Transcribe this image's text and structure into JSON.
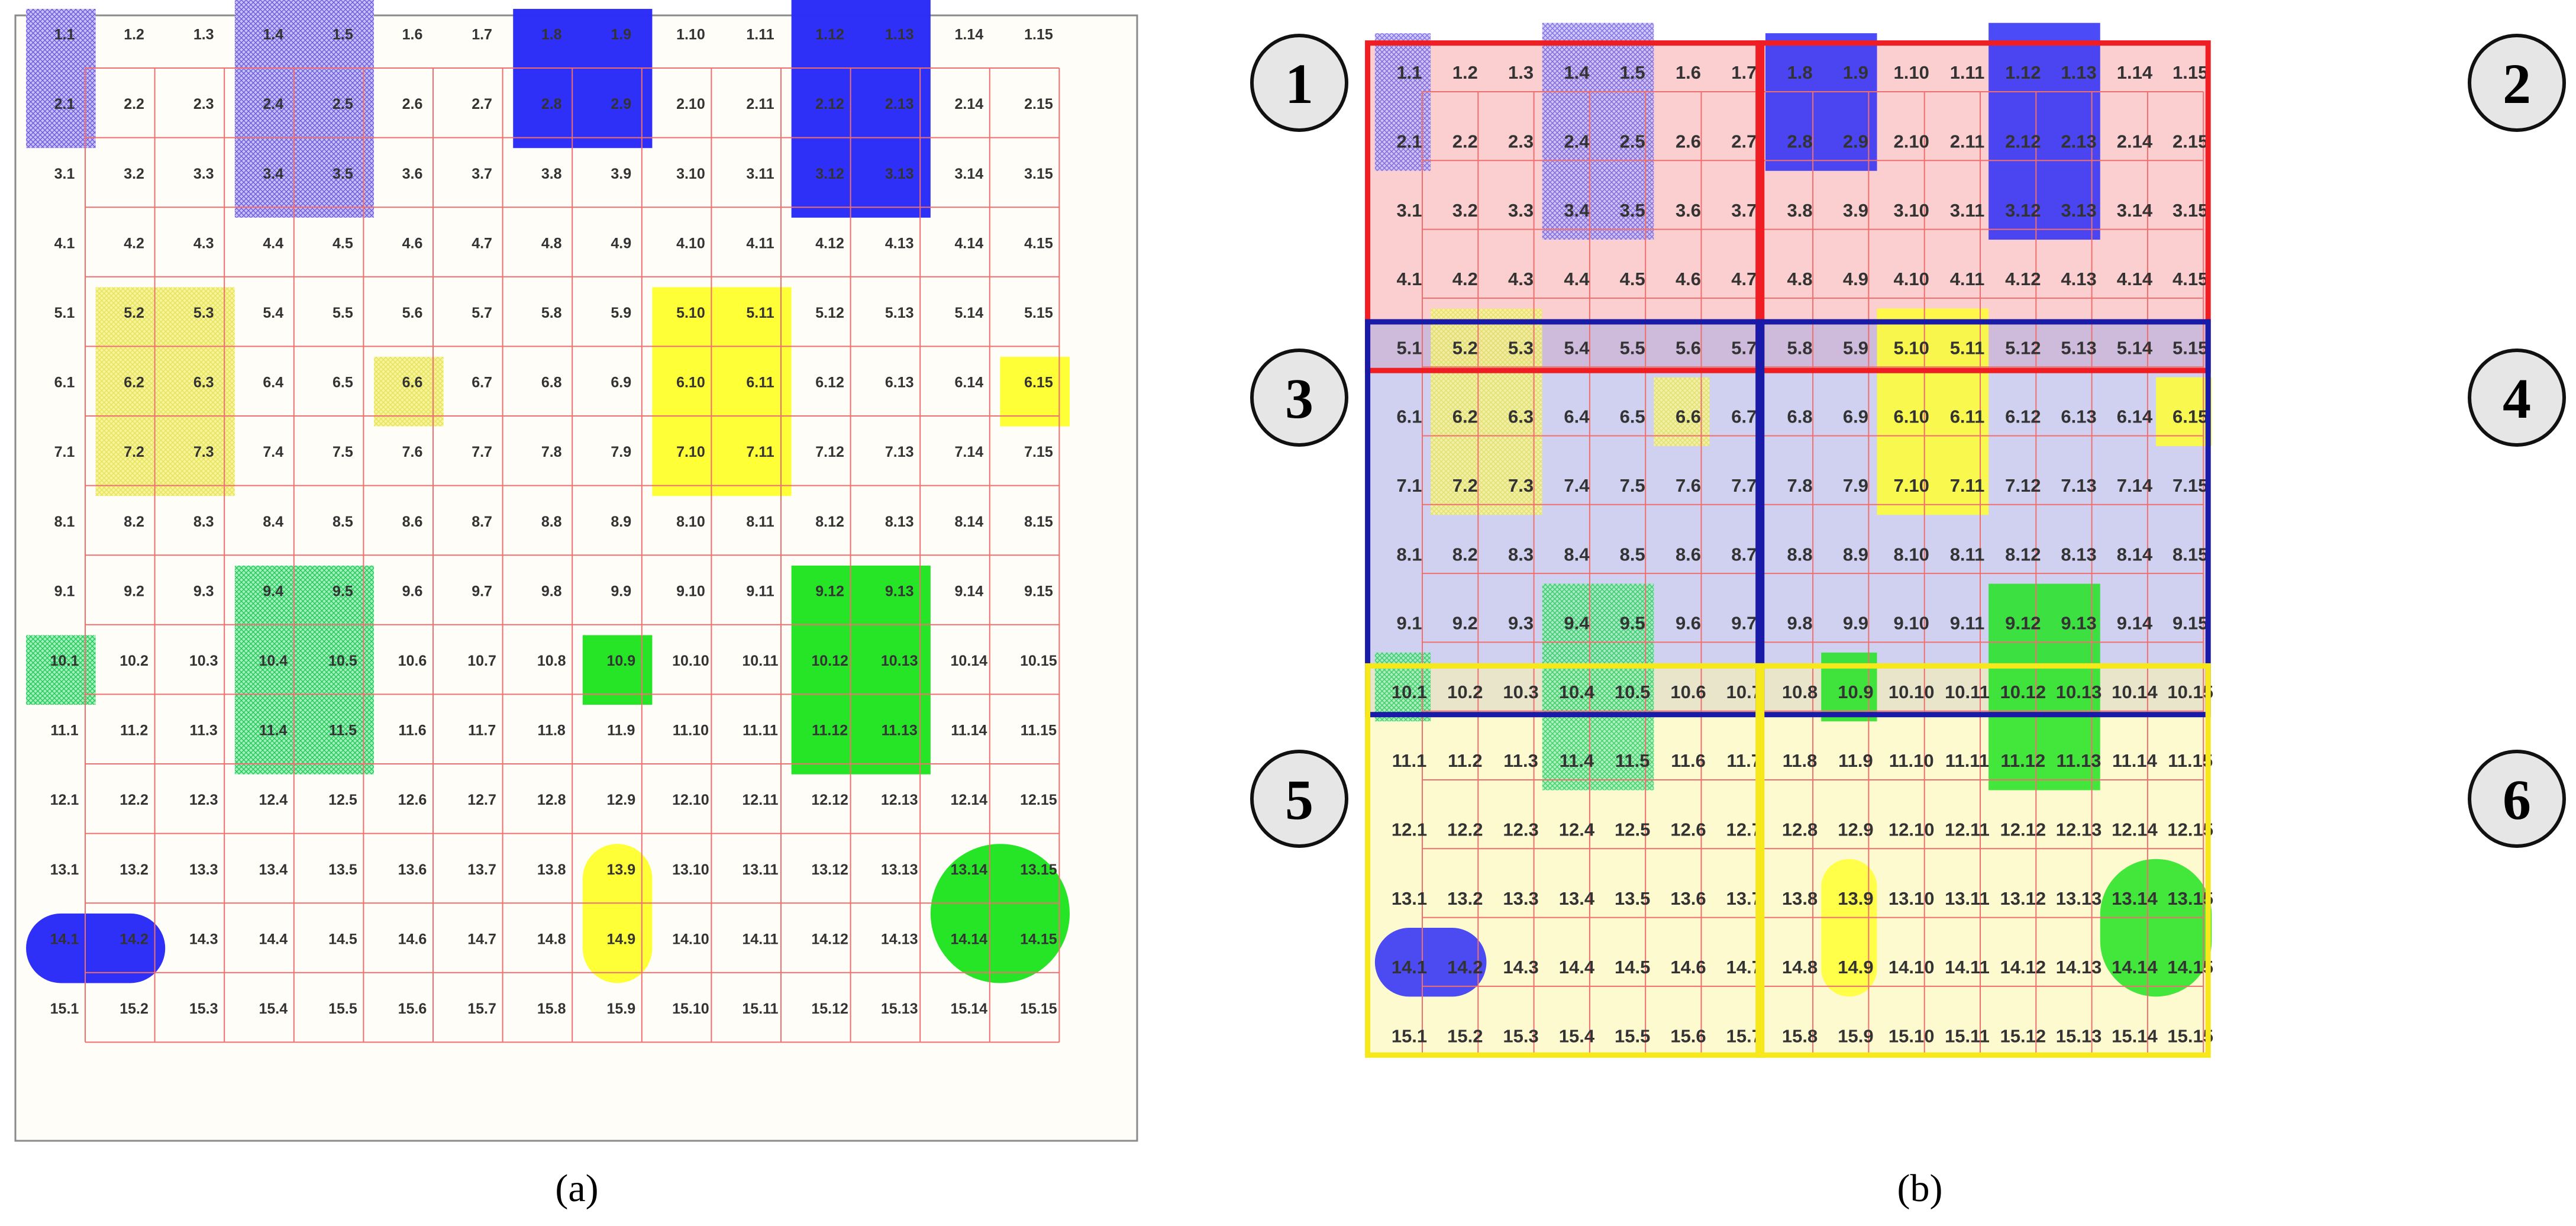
{
  "rows": 15,
  "cols": 15,
  "panel_a": {
    "caption": "(a)"
  },
  "panel_b": {
    "caption": "(b)",
    "region_numbers": [
      "1",
      "2",
      "3",
      "4",
      "5",
      "6"
    ]
  },
  "colors": {
    "grid_line": "#ef6f6f",
    "paper_bg": "#fffdf7",
    "paper_border": "#8a8a8a",
    "blue": "#2b2cf7",
    "purple_hatch": "#8c7de8",
    "yellow": "#ffff33",
    "light_yellow": "#f2f27a",
    "green": "#22e322",
    "light_green": "#44d97a",
    "region_red": "#ef1e24",
    "region_blue": "#1a1aa8",
    "region_yellow": "#f6e81a",
    "region_red_fill": "#f7a8a8",
    "region_blue_fill": "#a9abe6",
    "region_yellow_fill": "#fbf6a9"
  },
  "shapes": [
    {
      "name": "purple-hatch-block-2-1",
      "icon": "hatched-rectangle",
      "color": "purple_hatch",
      "r1": 1,
      "r2": 2,
      "c1": 1,
      "c2": 1
    },
    {
      "name": "purple-hatch-block-1-4",
      "icon": "hatched-rectangle",
      "color": "purple_hatch",
      "r1": 0,
      "r2": 3,
      "c1": 4,
      "c2": 5
    },
    {
      "name": "blue-block-2-9",
      "icon": "solid-rectangle",
      "color": "blue",
      "r1": 1,
      "r2": 2,
      "c1": 8,
      "c2": 9
    },
    {
      "name": "blue-block-1-12",
      "icon": "solid-rectangle",
      "color": "blue",
      "r1": 0,
      "r2": 3,
      "c1": 12,
      "c2": 13
    },
    {
      "name": "light-yellow-block-5-2",
      "icon": "hatched-rectangle",
      "color": "light_yellow",
      "r1": 5,
      "r2": 7,
      "c1": 2,
      "c2": 3
    },
    {
      "name": "light-yellow-block-6-6",
      "icon": "hatched-rectangle",
      "color": "light_yellow",
      "r1": 6,
      "r2": 6,
      "c1": 6,
      "c2": 6
    },
    {
      "name": "yellow-block-5-10",
      "icon": "solid-rectangle",
      "color": "yellow",
      "r1": 5,
      "r2": 7,
      "c1": 10,
      "c2": 11
    },
    {
      "name": "yellow-block-6-15",
      "icon": "solid-rectangle",
      "color": "yellow",
      "r1": 6,
      "r2": 6,
      "c1": 15,
      "c2": 15
    },
    {
      "name": "light-green-block-10-1",
      "icon": "hatched-rectangle",
      "color": "light_green",
      "r1": 10,
      "r2": 10,
      "c1": 1,
      "c2": 1
    },
    {
      "name": "light-green-block-9-4",
      "icon": "hatched-rectangle",
      "color": "light_green",
      "r1": 9,
      "r2": 11,
      "c1": 4,
      "c2": 5
    },
    {
      "name": "green-block-10-9",
      "icon": "solid-rectangle",
      "color": "green",
      "r1": 10,
      "r2": 10,
      "c1": 9,
      "c2": 9
    },
    {
      "name": "green-block-9-12",
      "icon": "solid-rectangle",
      "color": "green",
      "r1": 9,
      "r2": 11,
      "c1": 12,
      "c2": 13
    },
    {
      "name": "blue-capsule-14-1",
      "icon": "horizontal-capsule",
      "color": "blue",
      "r1": 14,
      "r2": 14,
      "c1": 1,
      "c2": 2
    },
    {
      "name": "yellow-capsule-13-9",
      "icon": "vertical-capsule",
      "color": "yellow",
      "r1": 13,
      "r2": 14,
      "c1": 9,
      "c2": 9
    },
    {
      "name": "green-capsule-13-14",
      "icon": "vertical-capsule",
      "color": "green",
      "r1": 13,
      "r2": 14,
      "c1": 14,
      "c2": 15
    }
  ],
  "regions": [
    {
      "name": "region-1",
      "number": "1",
      "color": "region_red",
      "fill": "region_red_fill",
      "r1": 1,
      "r2": 5,
      "c1": 1,
      "c2": 7
    },
    {
      "name": "region-2",
      "number": "2",
      "color": "region_red",
      "fill": "region_red_fill",
      "r1": 1,
      "r2": 5,
      "c1": 8,
      "c2": 15
    },
    {
      "name": "region-3",
      "number": "3",
      "color": "region_blue",
      "fill": "region_blue_fill",
      "r1": 5,
      "r2": 10,
      "c1": 1,
      "c2": 7
    },
    {
      "name": "region-4",
      "number": "4",
      "color": "region_blue",
      "fill": "region_blue_fill",
      "r1": 5,
      "r2": 10,
      "c1": 8,
      "c2": 15
    },
    {
      "name": "region-5",
      "number": "5",
      "color": "region_yellow",
      "fill": "region_yellow_fill",
      "r1": 10,
      "r2": 15,
      "c1": 1,
      "c2": 7
    },
    {
      "name": "region-6",
      "number": "6",
      "color": "region_yellow",
      "fill": "region_yellow_fill",
      "r1": 10,
      "r2": 15,
      "c1": 8,
      "c2": 15
    }
  ]
}
